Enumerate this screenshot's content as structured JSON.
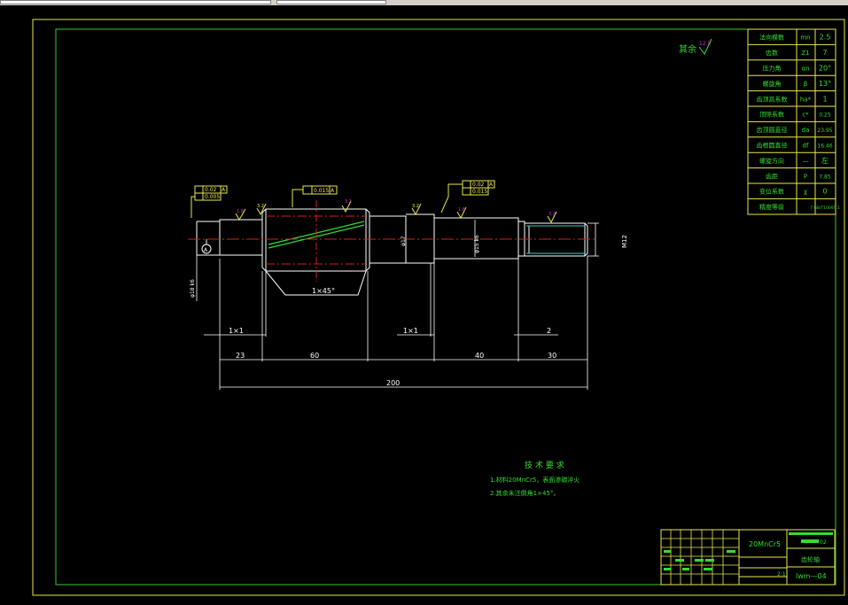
{
  "colors": {
    "background": "#000000",
    "frame": "#e8e84c",
    "border": "#33cc33",
    "dim": "#ffffff",
    "centerline": "#cc2222",
    "text_green": "#33dd33",
    "text_yellow": "#e8e84c",
    "text_magenta": "#cc33cc",
    "cyan": "#33cccc"
  },
  "surface_note": {
    "label": "其余",
    "value": "12.5"
  },
  "params": [
    {
      "name": "法向模数",
      "symbol": "mn",
      "value": "2.5"
    },
    {
      "name": "齿数",
      "symbol": "Z1",
      "value": "7"
    },
    {
      "name": "压力角",
      "symbol": "αn",
      "value": "20°"
    },
    {
      "name": "螺旋角",
      "symbol": "β",
      "value": "13°"
    },
    {
      "name": "齿顶高系数",
      "symbol": "ha*",
      "value": "1"
    },
    {
      "name": "顶隙系数",
      "symbol": "c*",
      "value": "0.25"
    },
    {
      "name": "齿顶圆直径",
      "symbol": "da",
      "value": "23.95"
    },
    {
      "name": "齿根圆直径",
      "symbol": "df",
      "value": "16.46"
    },
    {
      "name": "螺旋方向",
      "symbol": "—",
      "value": "左"
    },
    {
      "name": "齿距",
      "symbol": "P",
      "value": "7.85"
    },
    {
      "name": "变位系数",
      "symbol": "χ",
      "value": "0"
    },
    {
      "name": "精度等级",
      "symbol": "",
      "value": "7 GB/T10095.1"
    }
  ],
  "tolerances": {
    "left": {
      "runout": "0.02",
      "datum": "A",
      "cyl": "0.005"
    },
    "mid": {
      "runout": "0.015",
      "datum": "A"
    },
    "right": {
      "runout": "0.02",
      "datum": "A",
      "cyl": "0.015"
    }
  },
  "roughness": [
    "1.6",
    "3.2",
    "3.2",
    "3.2",
    "1.6",
    "3.2"
  ],
  "dims": {
    "chamfer_mid": "1×45°",
    "d_left": "φ18 k6",
    "d_mid": "φ17",
    "d_right_bearing": "φ15 k6",
    "thread": "M12",
    "groove_left": "1×1",
    "groove_right": "1×1",
    "groove_thread": "2",
    "len_23": "23",
    "len_60": "60",
    "len_40": "40",
    "len_30": "30",
    "len_total": "200",
    "datum_label": "A"
  },
  "tech": {
    "title": "技 术 要 求",
    "line1": "1.材料20MnCr5，表面渗碳淬火",
    "line2": "2.其余未注倒角1×45°。"
  },
  "title_block": {
    "material": "20MnCr5",
    "part_name": "齿轮轴",
    "drawing_no": "lwm—04",
    "scale": "2:1",
    "sheet_code": "02"
  }
}
